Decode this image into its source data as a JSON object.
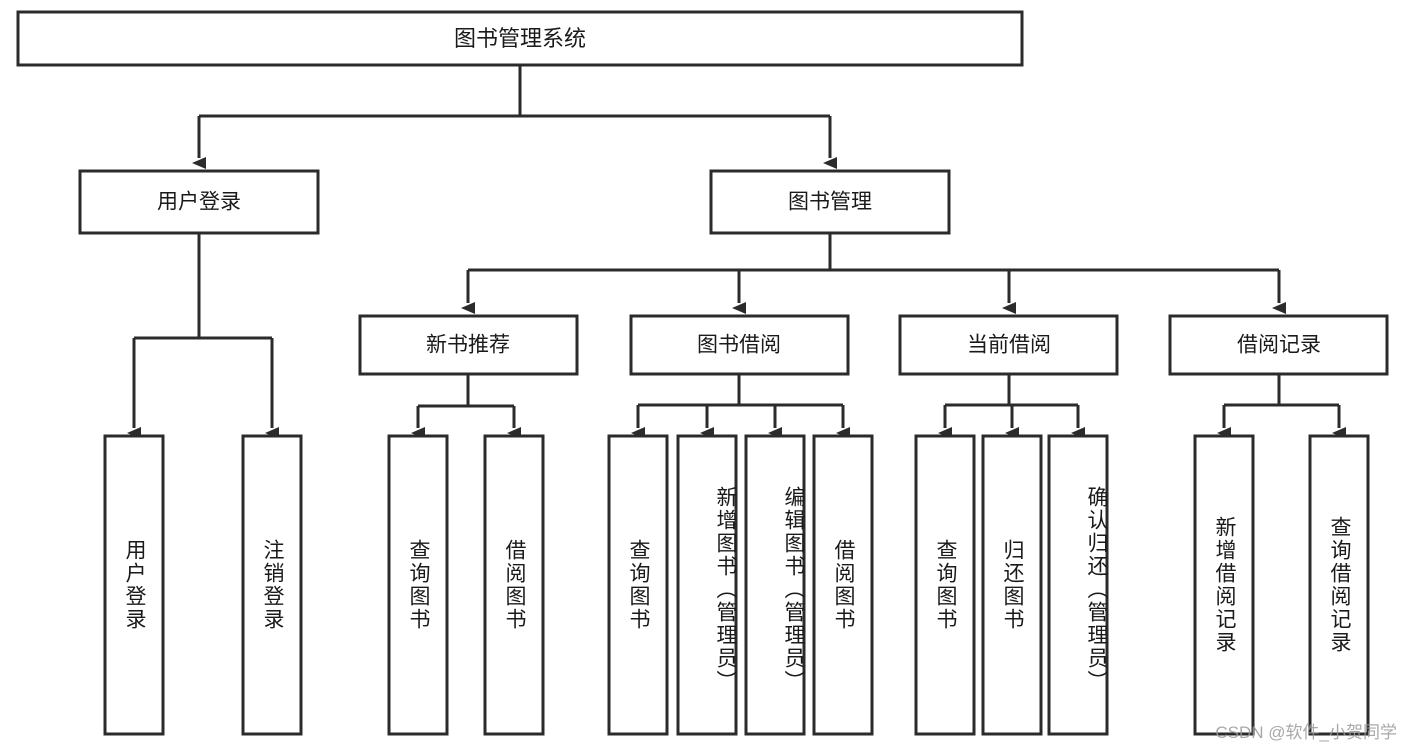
{
  "diagram": {
    "type": "tree",
    "title": "图书管理系统",
    "root": {
      "label": "图书管理系统"
    },
    "level1": [
      {
        "label": "用户登录"
      },
      {
        "label": "图书管理"
      }
    ],
    "level2": [
      {
        "label": "新书推荐",
        "parent": "图书管理"
      },
      {
        "label": "图书借阅",
        "parent": "图书管理"
      },
      {
        "label": "当前借阅",
        "parent": "图书管理"
      },
      {
        "label": "借阅记录",
        "parent": "图书管理"
      }
    ],
    "leaves": {
      "用户登录": [
        {
          "label": "用户登录"
        },
        {
          "label": "注销登录"
        }
      ],
      "新书推荐": [
        {
          "label": "查询图书"
        },
        {
          "label": "借阅图书"
        }
      ],
      "图书借阅": [
        {
          "label": "查询图书"
        },
        {
          "label": "新增图书（管理员）"
        },
        {
          "label": "编辑图书（管理员）"
        },
        {
          "label": "借阅图书"
        }
      ],
      "当前借阅": [
        {
          "label": "查询图书"
        },
        {
          "label": "归还图书"
        },
        {
          "label": "确认归还（管理员）"
        }
      ],
      "借阅记录": [
        {
          "label": "新增借阅记录"
        },
        {
          "label": "查询借阅记录"
        }
      ]
    },
    "colors": {
      "stroke": "#2b2b2b",
      "fill": "#ffffff",
      "text": "#1a1a1a",
      "watermark": "#9a9a9a"
    }
  },
  "watermark": {
    "text": "CSDN @软件_小贺同学"
  }
}
